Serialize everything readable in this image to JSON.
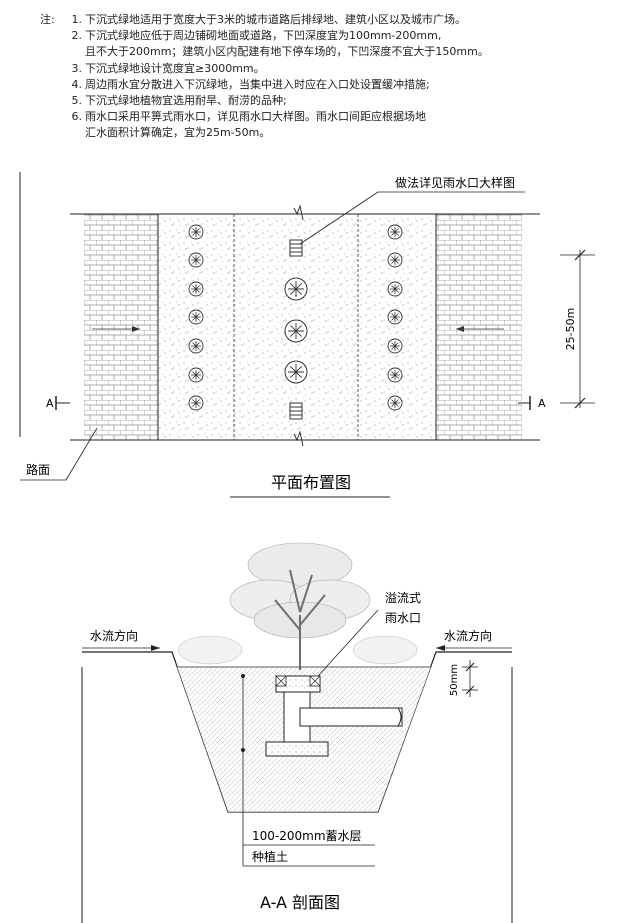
{
  "notes": {
    "label": "注:",
    "items": [
      {
        "num": "1.",
        "lines": [
          "下沉式绿地适用于宽度大于3米的城市道路后排绿地、建筑小区以及城市广场。"
        ]
      },
      {
        "num": "2.",
        "lines": [
          "下沉式绿地应低于周边铺砌地面或道路，下凹深度宜为100mm-200mm,",
          "且不大于200mm；建筑小区内配建有地下停车场的，下凹深度不宜大于150mm。"
        ]
      },
      {
        "num": "3.",
        "lines": [
          "下沉式绿地设计宽度宜≥3000mm。"
        ]
      },
      {
        "num": "4.",
        "lines": [
          "周边雨水宜分散进入下沉绿地，当集中进入时应在入口处设置缓冲措施;"
        ]
      },
      {
        "num": "5.",
        "lines": [
          "下沉式绿地植物宜选用耐旱、耐涝的品种;"
        ]
      },
      {
        "num": "6.",
        "lines": [
          "雨水口采用平箅式雨水口，详见雨水口大样图。雨水口间距应根据场地",
          "汇水面积计算确定，宜为25m-50m。"
        ]
      }
    ]
  },
  "plan": {
    "title": "平面布置图",
    "callout": "做法详见雨水口大样图",
    "road_label": "路面",
    "spacing_label": "25-50m",
    "section_mark": "A"
  },
  "section": {
    "title": "A-A 剖面图",
    "flow_left": "水流方向",
    "flow_right": "水流方向",
    "inlet_label_1": "溢流式",
    "inlet_label_2": "雨水口",
    "depth_label": "50mm",
    "layer_1": "100-200mm蓄水层",
    "layer_2": "种植土"
  }
}
